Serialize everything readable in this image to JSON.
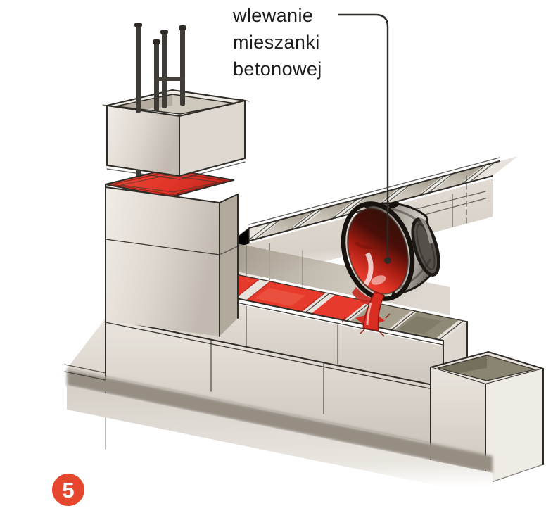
{
  "figure": {
    "annotation": {
      "lines": [
        "wlewanie",
        "mieszanki",
        "betonowej"
      ],
      "full_text": "wlewanie mieszanki betonowej"
    },
    "step_badge": {
      "number": "5"
    },
    "colors": {
      "concrete_red": "#e63a2c",
      "concrete_red_dark": "#9c1a10",
      "badge_red": "#e5472e",
      "block_light": "#eae5df",
      "block_mid": "#d3ccc4",
      "block_shade": "#b0a89c",
      "cell_interior": "#8f8a77",
      "outline_ink": "#2f2b27",
      "bucket_dark": "#1d1916",
      "label_text": "#1c1c1c",
      "background": "#ffffff"
    }
  }
}
